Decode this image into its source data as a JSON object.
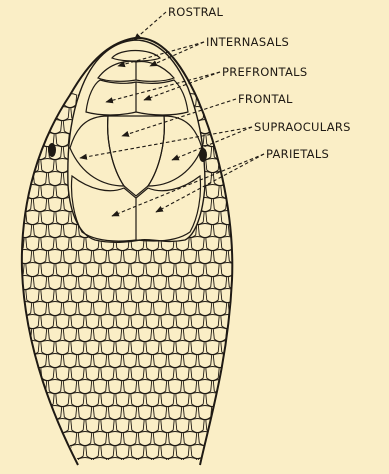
{
  "figure": {
    "labels": {
      "rostral": "ROSTRAL",
      "internasals": "INTERNASALS",
      "prefrontals": "PREFRONTALS",
      "frontal": "FRONTAL",
      "supraoculars": "SUPRAOCULARS",
      "parietals": "PARIETALS"
    },
    "colors": {
      "paper": "#faeec6",
      "ink": "#1f1a14"
    }
  }
}
